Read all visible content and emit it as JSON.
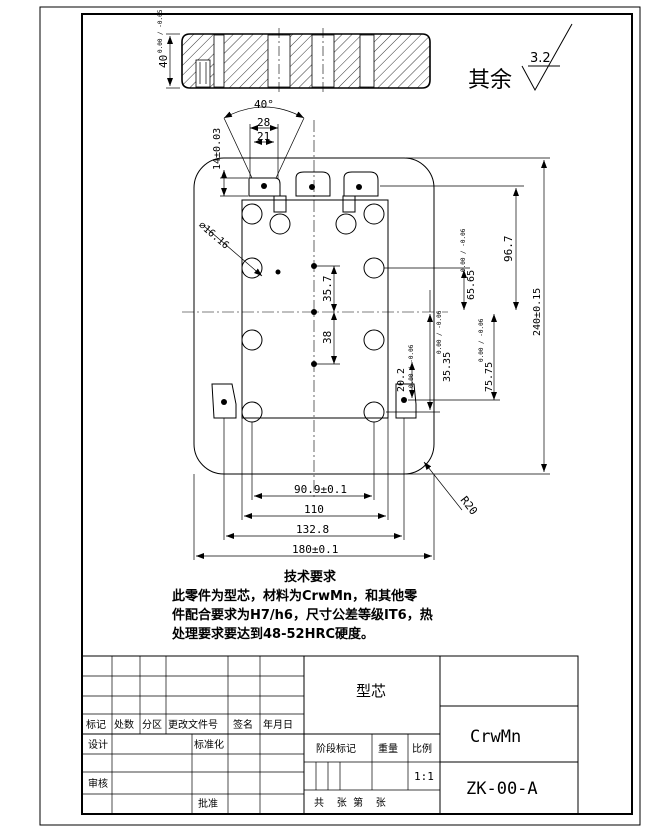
{
  "drawing": {
    "roughness": {
      "prefix": "其余",
      "value": "3.2"
    },
    "top_view": {
      "thickness_dim": "40",
      "thickness_tol": "0.00 / -0.05"
    },
    "dims": {
      "angle": "40°",
      "d28": "28",
      "d21": "21",
      "d14": "14±0.03",
      "dia": "⌀16.16",
      "d357": "35.7",
      "d38": "38",
      "d909": "90.9±0.1",
      "d110": "110",
      "d1328": "132.8",
      "d180": "180±0.1",
      "d240": "240±0.15",
      "d967": "96.7",
      "d6565": "65.65",
      "d6565_tol": "0.00 / -0.06",
      "d3535": "35.35",
      "d3535_tol": "0.00 / -0.06",
      "d7575": "75.75",
      "d7575_tol": "0.00 / -0.06",
      "d202": "20.2",
      "d202_tol": "0.00 / -0.06",
      "r20": "R20"
    }
  },
  "notes": {
    "heading": "技术要求",
    "line1": "此零件为型芯，材料为CrwMn，和其他零",
    "line2": "件配合要求为H7/h6，尺寸公差等级IT6，热",
    "line3": "处理要求要达到48-52HRC硬度。"
  },
  "title_block": {
    "part_name": "型芯",
    "material": "CrwMn",
    "drawing_no": "ZK-00-A",
    "scale": "1:1",
    "labels": {
      "marker": "标记",
      "count": "处数",
      "zone": "分区",
      "change_doc": "更改文件号",
      "signature": "签名",
      "date": "年月日",
      "design": "设计",
      "standardization": "标准化",
      "stage_mark": "阶段标记",
      "weight": "重量",
      "scale": "比例",
      "review": "审核",
      "approve": "批准",
      "sheets": "共    张  第    张"
    }
  }
}
